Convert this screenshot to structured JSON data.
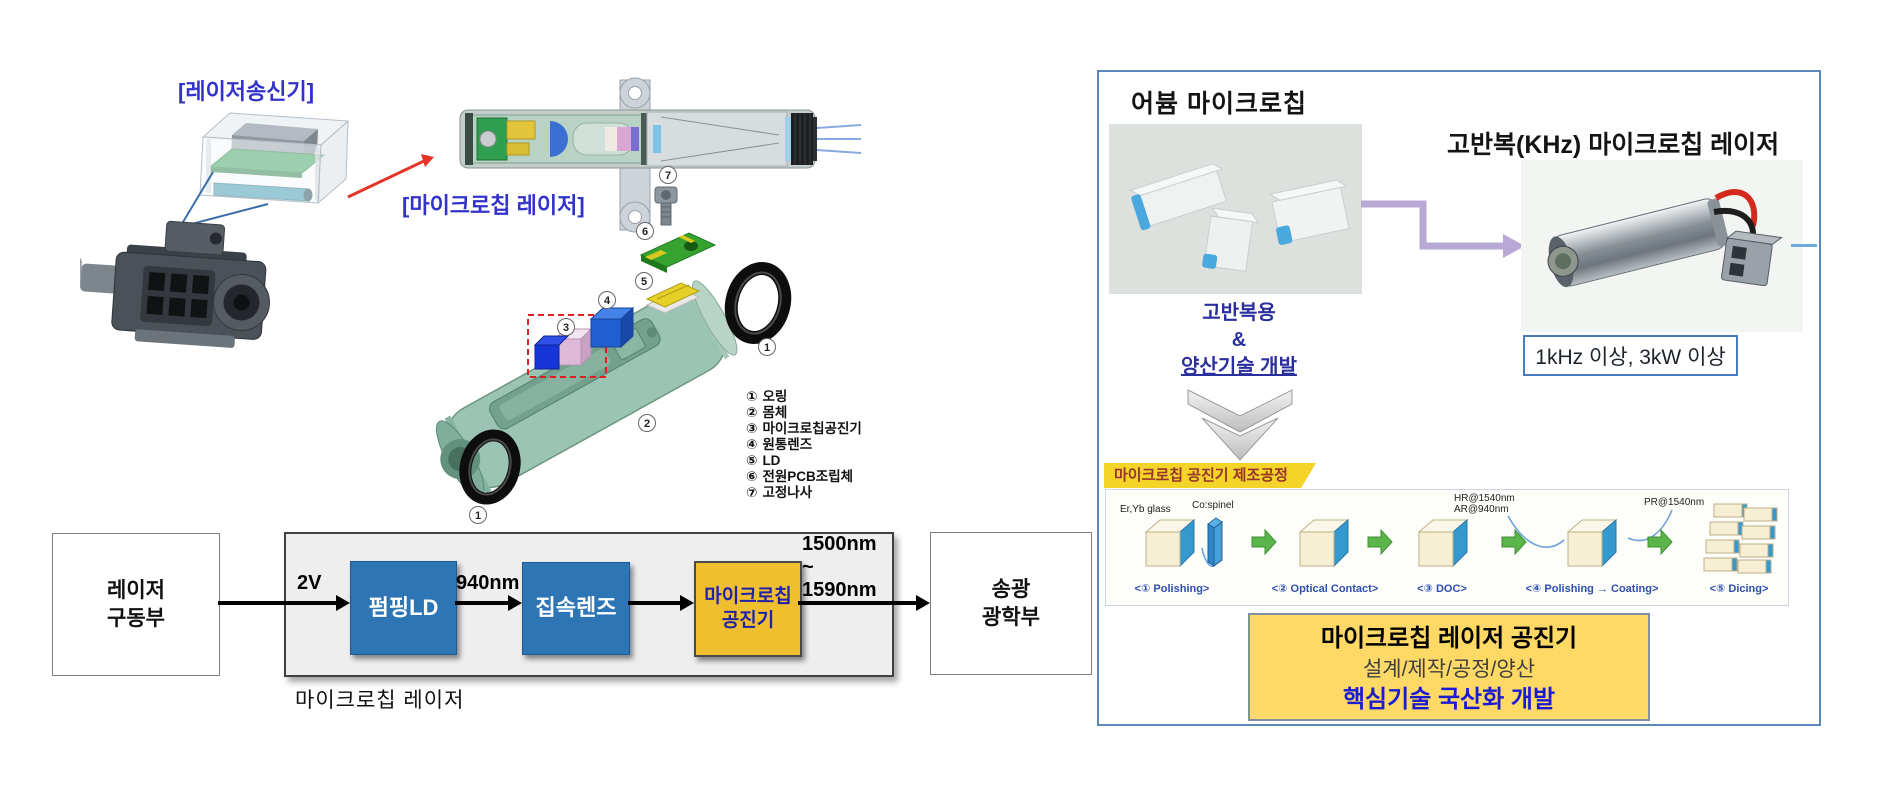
{
  "colors": {
    "label_blue": "#3333cc",
    "box_blue": "#2E75B6",
    "resonator_yellow": "#EFBF2F",
    "panel_border": "#5C88B8",
    "banner_yellow": "#F5D42A",
    "banner_text": "#96352B",
    "bottom_box_yellow": "#FFD966",
    "accent_blue_text": "#2B2F9E",
    "green_arrow": "#5CB54A",
    "red_arrow": "#E53327",
    "cube_blue_face": "#3599CF"
  },
  "left": {
    "transmitter_label": "[레이저송신기]",
    "microchip_label": "[마이크로칩 레이저]",
    "callouts": [
      "1",
      "2",
      "3",
      "4",
      "5",
      "6",
      "7"
    ],
    "parts_list": [
      {
        "num": "①",
        "name": "오링"
      },
      {
        "num": "②",
        "name": "몸체"
      },
      {
        "num": "③",
        "name": "마이크로칩공진기"
      },
      {
        "num": "④",
        "name": "원통렌즈"
      },
      {
        "num": "⑤",
        "name": "LD"
      },
      {
        "num": "⑥",
        "name": "전원PCB조립체"
      },
      {
        "num": "⑦",
        "name": "고정나사"
      }
    ],
    "diagram": {
      "driver_line1": "레이저",
      "driver_line2": "구동부",
      "voltage": "2V",
      "pump": "펌핑LD",
      "wl_pump": "940nm",
      "lens": "집속렌즈",
      "res_line1": "마이크로칩",
      "res_line2": "공진기",
      "wl_out1": "1500nm",
      "wl_tilde": "~",
      "wl_out2": "1590nm",
      "out_line1": "송광",
      "out_line2": "광학부",
      "caption": "마이크로칩 레이저"
    }
  },
  "panel": {
    "title_left": "어븀 마이크로칩",
    "title_right": "고반복(KHz) 마이크로칩 레이저",
    "subtitle_line1": "고반복용",
    "subtitle_line2": "&",
    "subtitle_line3": "양산기술 개발",
    "spec": "1kHz 이상, 3kW 이상",
    "banner": "마이크로칩 공진기 제조공정",
    "materials": {
      "glass": "Er,Yb glass",
      "spinel": "Co:spinel"
    },
    "coatings": {
      "hr": "HR@1540nm",
      "ar": "AR@940nm",
      "pr": "PR@1540nm"
    },
    "steps": [
      "<① Polishing>",
      "<② Optical Contact>",
      "<③ DOC>",
      "<④ Polishing → Coating>",
      "<⑤ Dicing>"
    ],
    "bottom_line1": "마이크로칩 레이저 공진기",
    "bottom_line2": "설계/제작/공정/양산",
    "bottom_line3": "핵심기술 국산화 개발"
  }
}
